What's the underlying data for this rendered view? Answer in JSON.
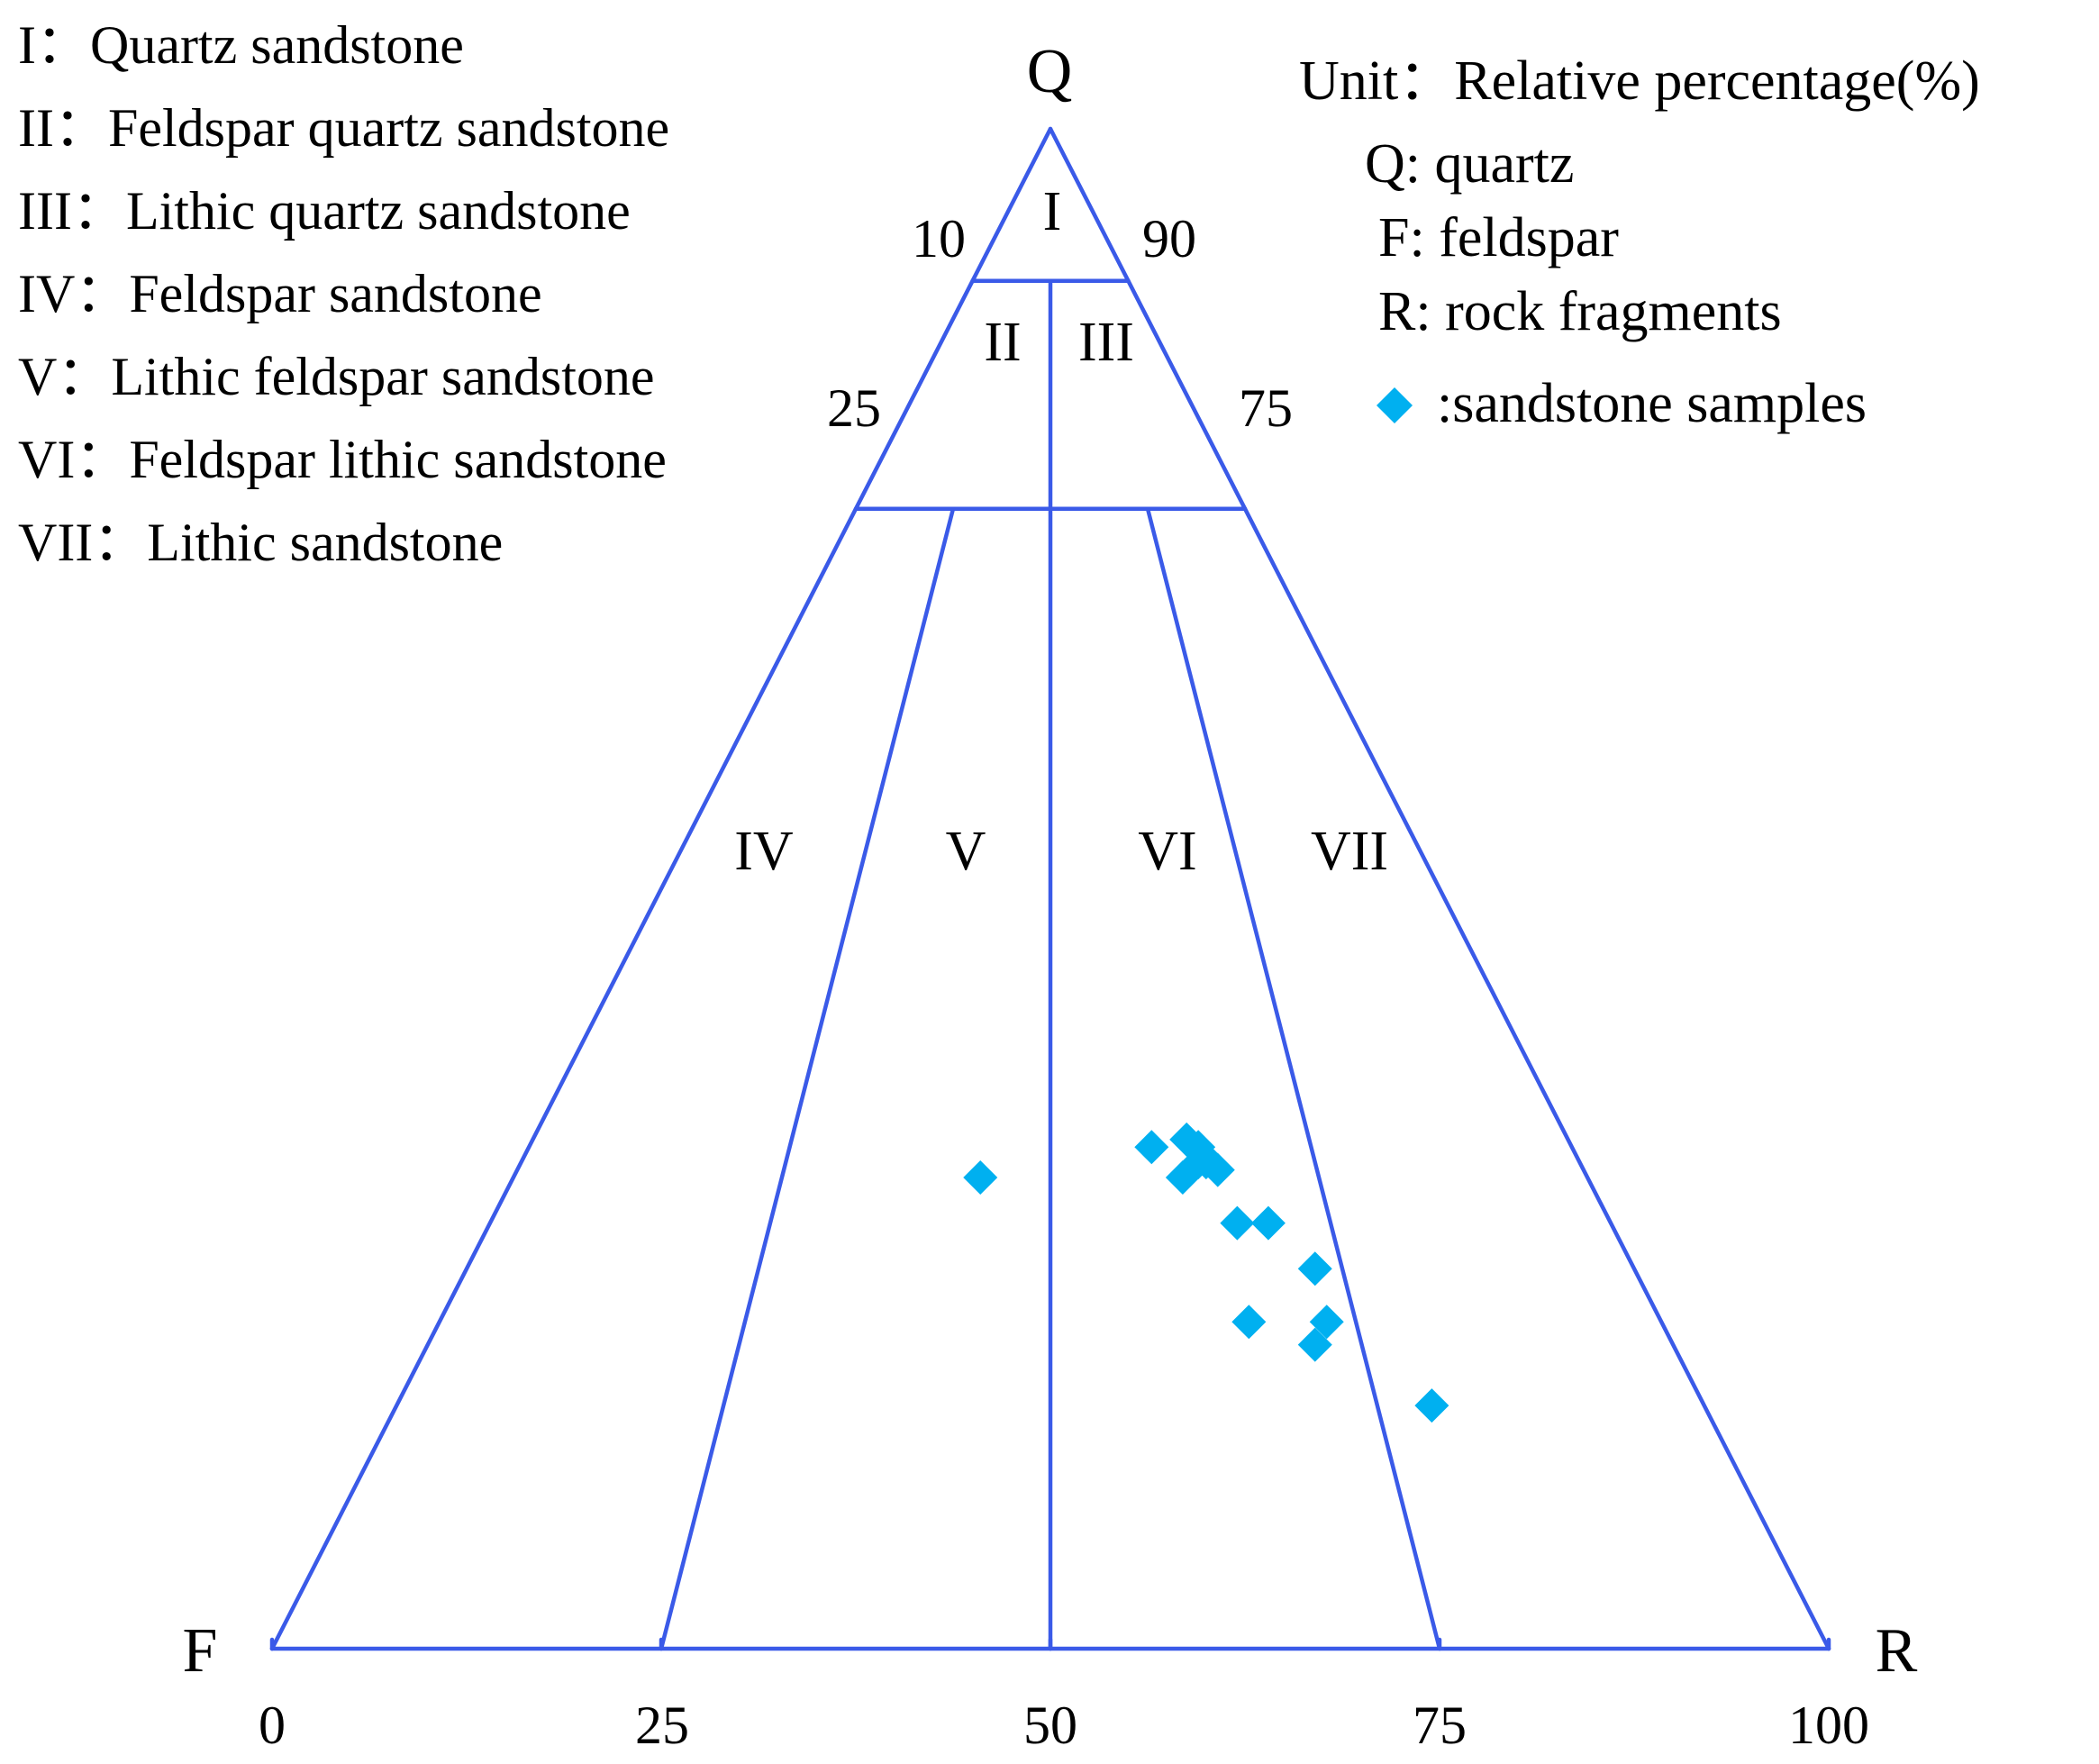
{
  "legend_left": [
    {
      "numeral": "I",
      "name": "Quartz sandstone"
    },
    {
      "numeral": "II",
      "name": "Feldspar quartz sandstone"
    },
    {
      "numeral": "III",
      "name": "Lithic quartz sandstone"
    },
    {
      "numeral": "IV",
      "name": "Feldspar sandstone"
    },
    {
      "numeral": "V",
      "name": "Lithic feldspar sandstone"
    },
    {
      "numeral": "VI",
      "name": "Feldspar lithic sandstone"
    },
    {
      "numeral": "VII",
      "name": "Lithic sandstone"
    }
  ],
  "legend_separator": "：",
  "legend_right": {
    "unit_label": "Unit",
    "unit_value": "Relative percentage(%)",
    "q": "Q: quartz",
    "f": "F: feldspar",
    "r": "R: rock fragments",
    "samples": ":sandstone samples"
  },
  "chart_data": {
    "type": "scatter",
    "plot_kind": "ternary QFR diagram",
    "corners": {
      "top": "Q",
      "left": "F",
      "right": "R"
    },
    "base_ticks": [
      "0",
      "25",
      "50",
      "75",
      "100"
    ],
    "left_edge_ticks": [
      "10",
      "25"
    ],
    "right_edge_ticks": [
      "90",
      "75"
    ],
    "q_boundaries": [
      90,
      75
    ],
    "region_labels": [
      "I",
      "II",
      "III",
      "IV",
      "V",
      "VI",
      "VII"
    ],
    "marker": {
      "shape": "diamond",
      "color": "#00b0f0"
    },
    "line_color": "#3a5ae8",
    "series": [
      {
        "name": "sandstone samples",
        "points": [
          {
            "Q": 31,
            "R": 30,
            "F": 39
          },
          {
            "Q": 33,
            "R": 40,
            "F": 27
          },
          {
            "Q": 33.5,
            "R": 42,
            "F": 24.5
          },
          {
            "Q": 33,
            "R": 43,
            "F": 24
          },
          {
            "Q": 32.5,
            "R": 43.5,
            "F": 24
          },
          {
            "Q": 32,
            "R": 43.5,
            "F": 24.5
          },
          {
            "Q": 32,
            "R": 44,
            "F": 24
          },
          {
            "Q": 31.5,
            "R": 45,
            "F": 23.5
          },
          {
            "Q": 31,
            "R": 43,
            "F": 26
          },
          {
            "Q": 28,
            "R": 48,
            "F": 24
          },
          {
            "Q": 28,
            "R": 50,
            "F": 22
          },
          {
            "Q": 25,
            "R": 54.5,
            "F": 20.5
          },
          {
            "Q": 21.5,
            "R": 52,
            "F": 26.5
          },
          {
            "Q": 21.5,
            "R": 57,
            "F": 21.5
          },
          {
            "Q": 20,
            "R": 57,
            "F": 23
          },
          {
            "Q": 16,
            "R": 66.5,
            "F": 17.5
          }
        ]
      }
    ]
  }
}
